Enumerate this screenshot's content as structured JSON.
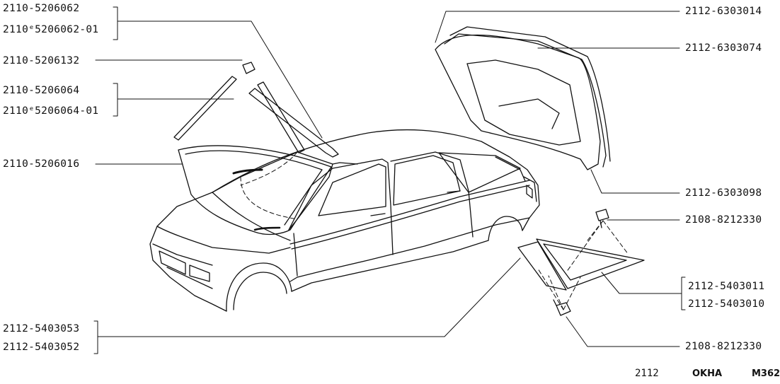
{
  "labels_left": [
    {
      "id": "l1a",
      "text": "2110-5206062"
    },
    {
      "id": "l1b",
      "text": "2110ᵉ5206062-01"
    },
    {
      "id": "l2",
      "text": "2110-5206132"
    },
    {
      "id": "l3a",
      "text": "2110-5206064"
    },
    {
      "id": "l3b",
      "text": "2110ᵉ5206064-01"
    },
    {
      "id": "l4",
      "text": "2110-5206016"
    },
    {
      "id": "l5a",
      "text": "2112-5403053"
    },
    {
      "id": "l5b",
      "text": "2112-5403052"
    }
  ],
  "labels_right": [
    {
      "id": "r1",
      "text": "2112-6303014"
    },
    {
      "id": "r2",
      "text": "2112-6303074"
    },
    {
      "id": "r3",
      "text": "2112-6303098"
    },
    {
      "id": "r4",
      "text": "2108-8212330"
    },
    {
      "id": "r5a",
      "text": "2112-5403011"
    },
    {
      "id": "r5b",
      "text": "2112-5403010"
    },
    {
      "id": "r6",
      "text": "2108-8212330"
    }
  ],
  "footer": {
    "model": "2112",
    "section": "OKHA",
    "sheet": "M362"
  }
}
